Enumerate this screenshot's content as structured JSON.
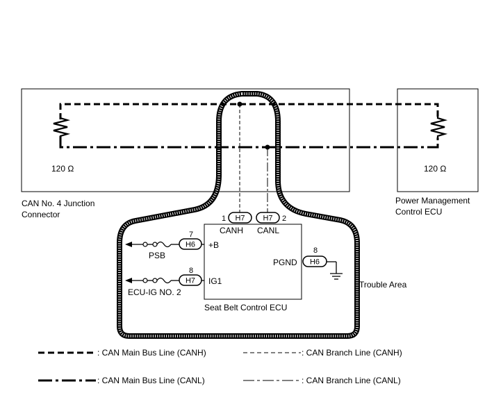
{
  "junction": {
    "label_line1": "CAN No. 4 Junction",
    "label_line2": "Connector",
    "resistor_label": "120 Ω"
  },
  "power_ecu": {
    "label_line1": "Power Management",
    "label_line2": "Control ECU",
    "resistor_label": "120 Ω"
  },
  "seat_ecu": {
    "label": "Seat Belt Control ECU",
    "pins": [
      {
        "num": "1",
        "conn": "H7",
        "name": "CANH"
      },
      {
        "num": "2",
        "conn": "H7",
        "name": "CANL"
      },
      {
        "num": "7",
        "conn": "H6",
        "name": "+B",
        "fuse": "PSB"
      },
      {
        "num": "8",
        "conn": "H7",
        "name": "IG1",
        "fuse": "ECU-IG NO. 2"
      },
      {
        "num": "8",
        "conn": "H6",
        "name": "PGND"
      }
    ]
  },
  "trouble_area": "Trouble Area",
  "legend": [
    {
      "style": "main-canh",
      "text": ": CAN Main Bus Line (CANH)"
    },
    {
      "style": "branch-canh",
      "text": ": CAN Branch Line (CANH)"
    },
    {
      "style": "main-canl",
      "text": ": CAN Main Bus Line (CANL)"
    },
    {
      "style": "branch-canl",
      "text": ": CAN Branch Line (CANL)"
    }
  ]
}
